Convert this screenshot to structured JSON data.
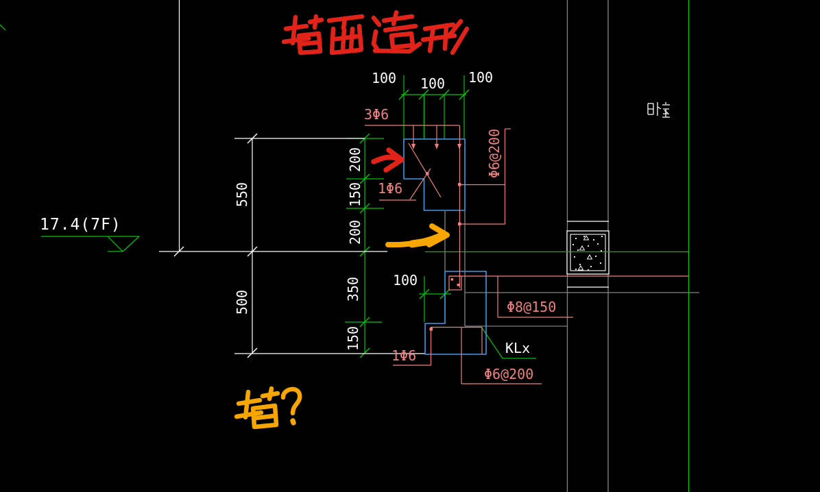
{
  "drawing": {
    "handwritten": {
      "title": "墙面造形",
      "question": "墙?"
    },
    "elevation_label": "17.4(7F)",
    "room_label": "卧室",
    "dimensions": {
      "top1": "100",
      "top2": "100",
      "top3": "100",
      "left_upper": "550",
      "left_lower": "500",
      "v200a": "200",
      "v150a": "150",
      "v200b": "200",
      "v350": "350",
      "v150b": "150",
      "lower100": "100"
    },
    "labels": {
      "top_bars": "3Φ6",
      "upper_single_bar": "1Φ6",
      "upper_stirrups": "Φ6@200",
      "slab_rebar": "Φ8@150",
      "beam": "KLx",
      "lower_stirrups": "Φ6@200",
      "lower_single_bar": "1Φ6"
    },
    "colors": {
      "background": "#000000",
      "dimension_green": "#00C800",
      "rebar_salmon": "#F08080",
      "outline_blue": "#3D9BE9",
      "wall_gray": "#848484",
      "text_white": "#FFFFFF",
      "annotation_red": "#E2231A",
      "annotation_orange": "#F7A500"
    }
  }
}
